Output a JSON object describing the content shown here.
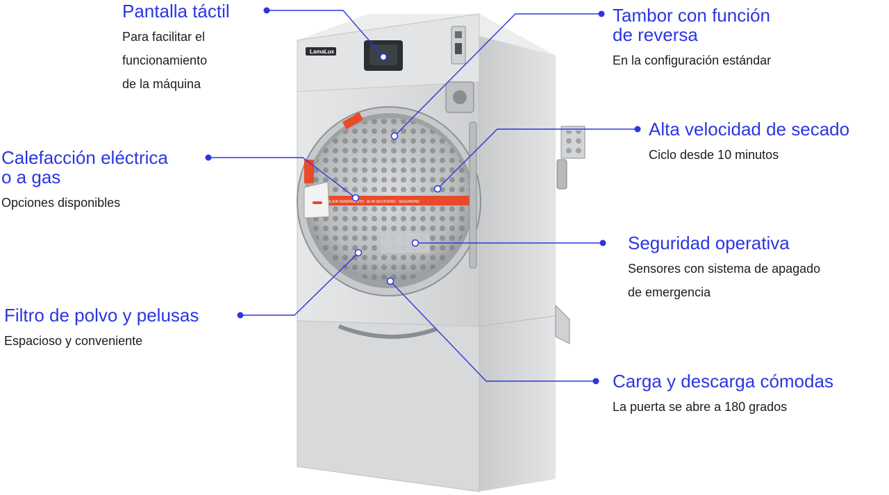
{
  "brand": {
    "logo_text": "LamaLux"
  },
  "colors": {
    "accent": "#2a36e0",
    "text": "#1c1c1c",
    "steel": "#d4d6d8",
    "red_band": "#e84a2a"
  },
  "callouts": [
    {
      "id": "touch-screen",
      "title": "Pantalla táctil",
      "description": "Para facilitar el\nfuncionamiento\nde la máquina"
    },
    {
      "id": "reverse-drum",
      "title": "Tambor con función\nde reversa",
      "description": "En la configuración estándar"
    },
    {
      "id": "heating",
      "title": "Calefacción eléctrica\no a gas",
      "description": "Opciones disponibles"
    },
    {
      "id": "drying-speed",
      "title": "Alta velocidad de secado",
      "description": "Ciclo desde 10 minutos"
    },
    {
      "id": "safety",
      "title": "Seguridad operativa",
      "description": "Sensores con sistema de apagado\nde emergencia"
    },
    {
      "id": "lint-filter",
      "title": "Filtro de polvo y pelusas",
      "description": "Espacioso y conveniente"
    },
    {
      "id": "loading",
      "title": "Carga y descarga cómodas",
      "description": "La puerta se abre a 180 grados"
    }
  ]
}
